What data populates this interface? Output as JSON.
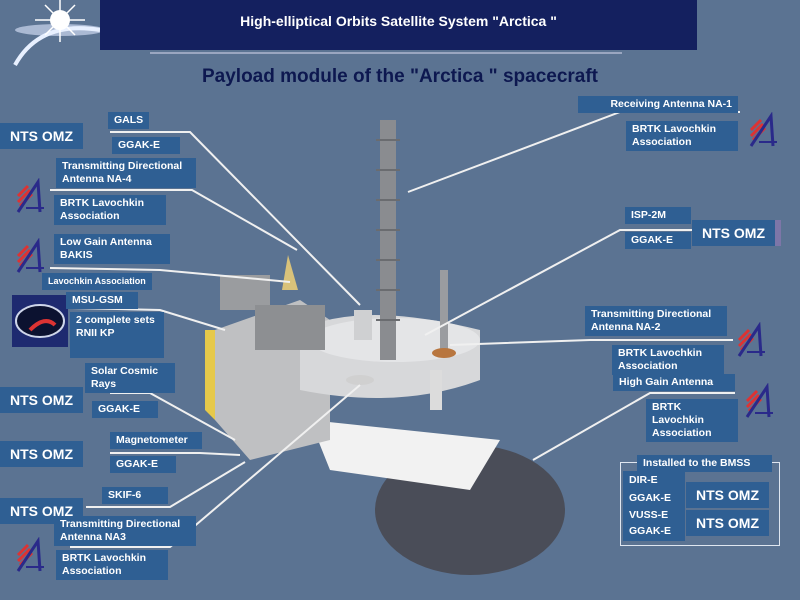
{
  "header": {
    "title": "High-elliptical Orbits Satellite System \"Arctica \"",
    "subtitle": "Payload module of the \"Arctica \" spacecraft"
  },
  "labels": {
    "gals": "GALS",
    "ggak1": "GGAK-E",
    "nts1": "NTS OMZ",
    "na4": "Transmitting Directional Antenna NA-4",
    "brtk1": "BRTK Lavochkin Association",
    "bakis": "Low Gain Antenna BAKIS",
    "lav": "Lavochkin Association",
    "msu": "MSU-GSM",
    "rnii": "2 complete sets RNII KP",
    "scr": "Solar Cosmic Rays",
    "nts2": "NTS OMZ",
    "ggak2": "GGAK-E",
    "mag": "Magnetometer",
    "nts3": "NTS OMZ",
    "ggak3": "GGAK-E",
    "skif": "SKIF-6",
    "nts4": "NTS OMZ",
    "na3": "Transmitting Directional Antenna NA3",
    "brtk2": "BRTK Lavochkin Association",
    "na1": "Receiving Antenna NA-1",
    "brtk3": "BRTK Lavochkin Association",
    "isp": "ISP-2M",
    "ggak4": "GGAK-E",
    "nts5": "NTS OMZ",
    "na2": "Transmitting Directional Antenna NA-2",
    "brtk4": "BRTK Lavochkin Association",
    "hga": "High Gain Antenna",
    "brtk5": "BRTK Lavochkin Association",
    "bmss": "Installed to the BMSS",
    "dir": "DIR-E",
    "ggak5": "GGAK-E",
    "vuss": "VUSS-E",
    "ggak6": "GGAK-E",
    "nts6": "NTS OMZ",
    "nts7": "NTS OMZ"
  }
}
